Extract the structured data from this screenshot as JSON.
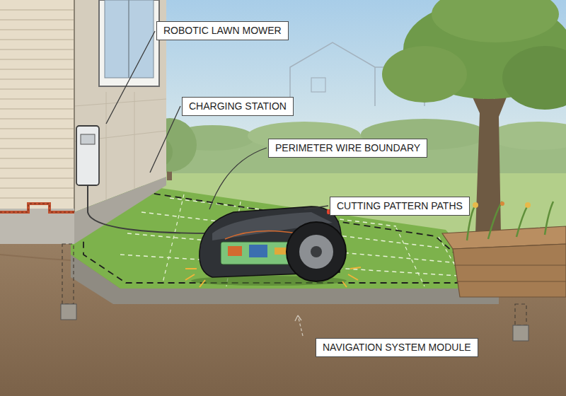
{
  "diagram": {
    "nodes": [
      {
        "text": [
          "ROBOTIC LAWN MOWER"
        ]
      },
      {
        "text": [
          "CHARGING STATION"
        ]
      },
      {
        "text": [
          "PERIMETER WIRE BOUNDARY"
        ]
      },
      {
        "text": [
          "CUTTING PATTERN PATHS"
        ]
      },
      {
        "text": [
          "NAVIGATION SYSTEM MODULE"
        ]
      }
    ]
  }
}
